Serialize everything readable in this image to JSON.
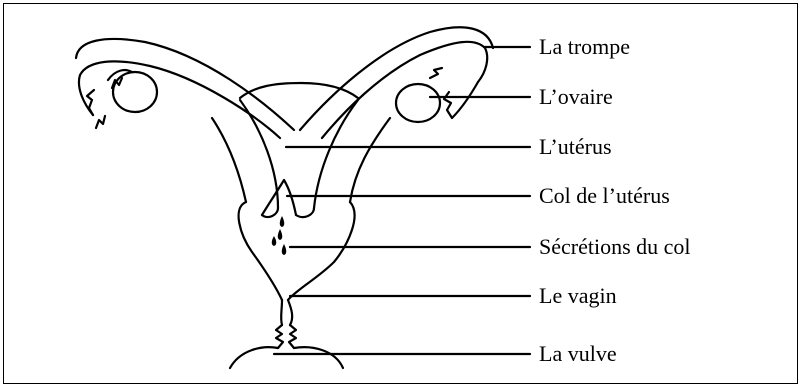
{
  "diagram": {
    "labels": {
      "trompe": "La trompe",
      "ovaire": "L’ovaire",
      "uterus": "L’utérus",
      "col": "Col de l’utérus",
      "secretions": "Sécrétions du col",
      "vagin": "Le vagin",
      "vulve": "La vulve"
    }
  }
}
